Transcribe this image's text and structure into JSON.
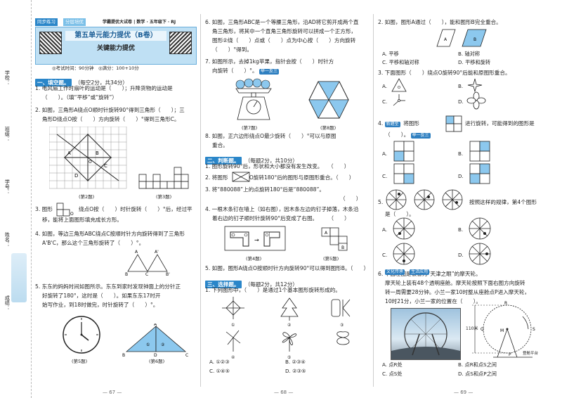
{
  "side": {
    "labels": [
      "学校：",
      "班级：",
      "学号：",
      "姓名：",
      "成绩："
    ]
  },
  "header": {
    "tab_left": "同步练习",
    "tab_right": "分层培优",
    "book": "学霸提优大试卷 | 数学 · 五年级下 · RJ",
    "title": "第五单元能力提优（B卷）",
    "subtitle": "关键能力提优",
    "meta": "◎考试时间：90分钟　◎满分：100+10分"
  },
  "col1": {
    "sec1": "一、填空题。",
    "sec1_note": "（每空2分，共34分）",
    "q1a": "1. 电风扇工作时扇叶的运动是（　　）；升降货物的运动是",
    "q1b": "（　　）。（填“平移”或“旋转”）",
    "q2a": "2. 如图，三角形A绕点O顺时针旋转90°得到三角形（　　）；三",
    "q2b": "角形D绕点O按（　　）方向旋转（　　）°得到三角形C。",
    "fig2": "(第2题)",
    "fig3": "(第3题)",
    "q3a": "3. 图形",
    "q3b": "绕点O按（　　）时针旋转（　　）°后，经过平",
    "q3c": "移，能将上面图形填充成长方形。",
    "q4a": "4. 如图，等边三角形ABC绕点C按顺时针方向旋转得到了三角形",
    "q4b": "A'B'C，那么这个三角形旋转了（　　）°。",
    "q5a": "5. 东东的妈妈时间如图所示。东东到家时发现钟面上的分针正",
    "q5b": "好旋转了180°，这时是（　　）。如果东东17时开",
    "q5c": "始写作业，到18时做完，时针旋转了（　　）°。",
    "fig5": "(第5题)",
    "fig6": "(第6题)",
    "page": "— 67 —"
  },
  "col2": {
    "q6a": "6. 如图，三角形ABC是一个等腰三角形，沿AD将它剪开成两个直",
    "q6b": "角三角形，将其中一个直角三角形旋转可以拼成一个正方形，",
    "q6c": "图形②绕（　　）点或（　　）点为中心按（　　）方向旋转",
    "q6d": "（　　）°得到。",
    "q7a": "7. 如图所示，去掉1kg苹果，指针会按（　　）时针方",
    "q7b": "向旋转（　　）°。",
    "q7tag": "举一反三",
    "fig7": "(第7题)",
    "fig8": "(第8题)",
    "q8a": "8. 如图，正六边形绕点O最少旋转（　　）°可以与原图",
    "q8b": "重合。",
    "sec2": "二、判断题。",
    "sec2_note": "（每题2分，共10分）",
    "j1": "1. 图形旋转90°后，形状和大小都没有发生改变。　　（　　）",
    "j2": "2. 将图形　　绕点O旋转180°后的图形与原图形重合。（　　）",
    "j3": "3. 将“880088”上的点旋转180°后是“880088”。",
    "j3b": "（　　）",
    "j4a": "4. 一根木条钉在墙上（如右图），因木条左边的钉子掉落，木条沿",
    "j4b": "着右边的钉子顺时针旋转90°后变成了右图。　　　（　　）",
    "fig4": "(第4题)",
    "fig5b": "(第5题)",
    "j5": "5. 如图，图形A绕点O按顺时针方向旋转90°可以得到图形B。（　　）",
    "sec3": "三、选择题。",
    "sec3_note": "（每题2分，共12分）",
    "c1": "1. 下列图形中，（　　）是通过1个基本图形旋转形成的。",
    "c1opts": [
      "A. ①②③",
      "B. ②③④",
      "C. ①④⑤",
      "D. ②③⑤"
    ],
    "page": "— 68 —"
  },
  "col3": {
    "c2a": "2. 如图，图形A通过（　　），能和图形B完全重合。",
    "c2opts": [
      "A. 平移",
      "B. 轴对称",
      "C. 平移和轴对称",
      "D. 平移和旋转"
    ],
    "c3": "3. 下面图形（　　）绕点O旋转90°后能和原图形重合。",
    "c3opts": [
      "A.",
      "B.",
      "C.",
      "D."
    ],
    "c4a": "4.",
    "c4tag": "新题型",
    "c4b": "将图形",
    "c4c": "进行旋转，可能得到的图形是",
    "c4d": "（　　）。",
    "c4tag2": "举一反三",
    "c4opts": [
      "A.",
      "B.",
      "C.",
      "D."
    ],
    "c5a": "5.",
    "c5b": "按照这样的规律，第4个图形",
    "c5c": "是（　　）。",
    "c5opts": [
      "A.",
      "B.",
      "C.",
      "D."
    ],
    "c6tag": "文化传承",
    "c6tag2": "生活应用",
    "c6a": "6. 下面左图是被誉为“天津之眼”的摩天轮。",
    "c6b": "摩天轮上装有48个透明座舱。摩天轮按照下面右图方向旋转",
    "c6c": "转一周需要28分钟。小兰一家10时整从座舱点P进入摩天轮，",
    "c6d": "10时21分，小兰一家的位置在（　　）。",
    "dim": "110米",
    "platform": "登舱平台",
    "c6opts": [
      "A. 点R处",
      "B. 点R和点S之间",
      "C. 点S处",
      "D. 点S和点P之间"
    ],
    "page": "— 69 —"
  }
}
